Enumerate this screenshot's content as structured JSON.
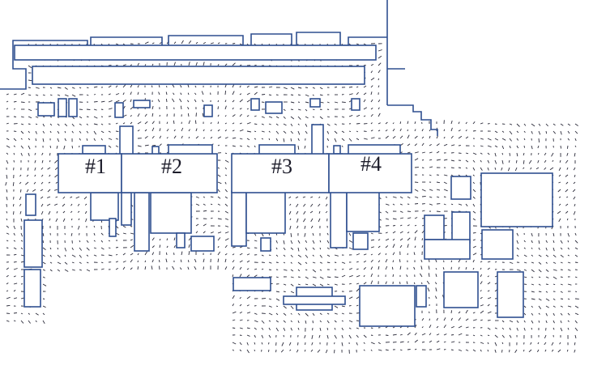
{
  "diagram": {
    "units": [
      {
        "id": "unit-1",
        "label": "#1"
      },
      {
        "id": "unit-2",
        "label": "#2"
      },
      {
        "id": "unit-3",
        "label": "#3"
      },
      {
        "id": "unit-4",
        "label": "#4"
      }
    ],
    "colors": {
      "building_outline": "#2f4f8f",
      "vector_arrows": "#2b2b3a",
      "background": "#ffffff"
    }
  }
}
